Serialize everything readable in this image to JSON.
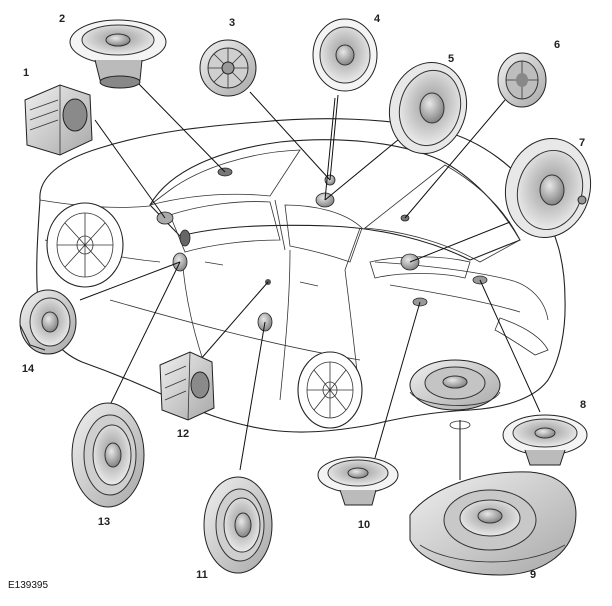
{
  "diagram": {
    "figure_ref": "E139395",
    "callouts": [
      {
        "id": "c1",
        "label": "1"
      },
      {
        "id": "c2",
        "label": "2"
      },
      {
        "id": "c3",
        "label": "3"
      },
      {
        "id": "c4",
        "label": "4"
      },
      {
        "id": "c5",
        "label": "5"
      },
      {
        "id": "c6",
        "label": "6"
      },
      {
        "id": "c7",
        "label": "7"
      },
      {
        "id": "c8",
        "label": "8"
      },
      {
        "id": "c9",
        "label": "9"
      },
      {
        "id": "c10",
        "label": "10"
      },
      {
        "id": "c11",
        "label": "11"
      },
      {
        "id": "c12",
        "label": "12"
      },
      {
        "id": "c13",
        "label": "13"
      },
      {
        "id": "c14",
        "label": "14"
      }
    ]
  }
}
